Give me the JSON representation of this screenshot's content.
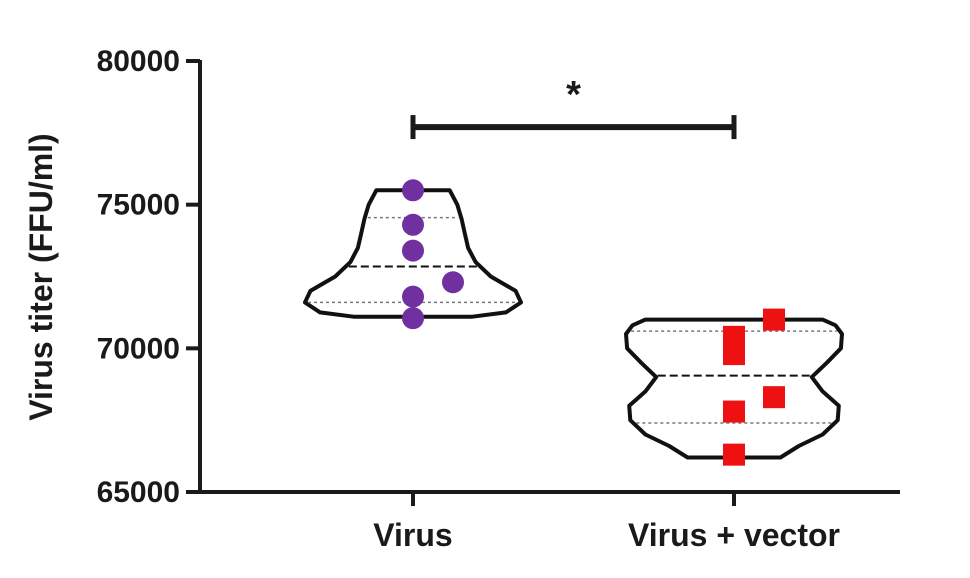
{
  "chart_data": {
    "type": "violin",
    "ylabel": "Virus titer (FFU/ml)",
    "ylim": [
      65000,
      80000
    ],
    "yticks": [
      "65000",
      "70000",
      "75000",
      "80000"
    ],
    "categories": [
      "Virus",
      "Virus + vector"
    ],
    "series": [
      {
        "category": "Virus",
        "color": "#7030a0",
        "marker": "circle",
        "points": [
          {
            "offset": 0,
            "value": 75500
          },
          {
            "offset": 0,
            "value": 74300
          },
          {
            "offset": 0,
            "value": 73400
          },
          {
            "offset": 1,
            "value": 72300
          },
          {
            "offset": 0,
            "value": 71800
          },
          {
            "offset": 0,
            "value": 71050
          }
        ],
        "violin": {
          "min": 71100,
          "max": 75500,
          "median": 72850,
          "q1": 71600,
          "q3": 74550,
          "profile": [
            {
              "value": 71100,
              "width": 0.55
            },
            {
              "value": 71250,
              "width": 0.86
            },
            {
              "value": 71600,
              "width": 1.0
            },
            {
              "value": 72000,
              "width": 0.95
            },
            {
              "value": 72500,
              "width": 0.72
            },
            {
              "value": 73000,
              "width": 0.58
            },
            {
              "value": 73500,
              "width": 0.51
            },
            {
              "value": 74000,
              "width": 0.48
            },
            {
              "value": 74500,
              "width": 0.45
            },
            {
              "value": 75000,
              "width": 0.41
            },
            {
              "value": 75500,
              "width": 0.34
            }
          ]
        }
      },
      {
        "category": "Virus + vector",
        "color": "#ee1111",
        "marker": "square",
        "points": [
          {
            "offset": 1,
            "value": 71000
          },
          {
            "offset": 0,
            "value": 70400
          },
          {
            "offset": 0,
            "value": 69800
          },
          {
            "offset": 1,
            "value": 68300
          },
          {
            "offset": 0,
            "value": 67800
          },
          {
            "offset": 0,
            "value": 66300
          }
        ],
        "violin": {
          "min": 66200,
          "max": 71000,
          "median": 69050,
          "q1": 67400,
          "q3": 70600,
          "profile": [
            {
              "value": 66200,
              "width": 0.43
            },
            {
              "value": 66600,
              "width": 0.6
            },
            {
              "value": 67000,
              "width": 0.82
            },
            {
              "value": 67500,
              "width": 0.96
            },
            {
              "value": 68000,
              "width": 0.97
            },
            {
              "value": 68500,
              "width": 0.82
            },
            {
              "value": 69000,
              "width": 0.72
            },
            {
              "value": 69500,
              "width": 0.86
            },
            {
              "value": 70000,
              "width": 0.99
            },
            {
              "value": 70500,
              "width": 1.0
            },
            {
              "value": 70800,
              "width": 0.94
            },
            {
              "value": 71000,
              "width": 0.82
            }
          ]
        }
      }
    ],
    "significance": {
      "label": "*",
      "from": "Virus",
      "to": "Virus + vector",
      "value": 77700
    }
  }
}
